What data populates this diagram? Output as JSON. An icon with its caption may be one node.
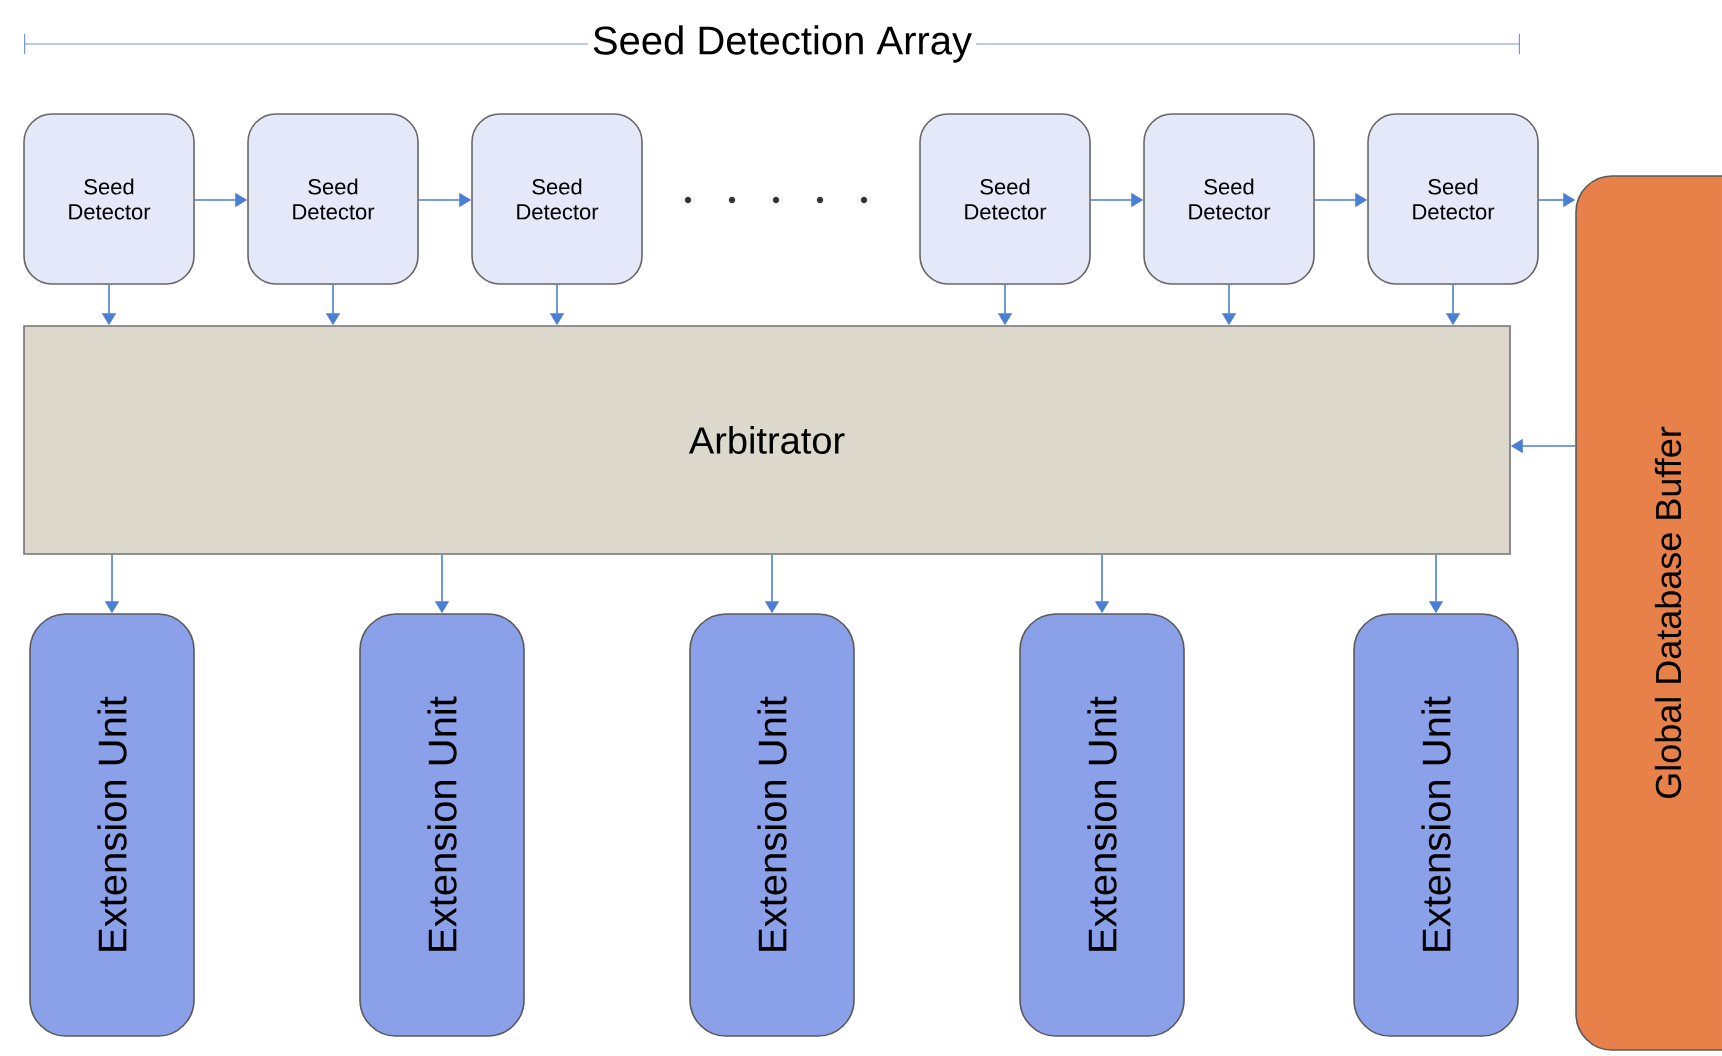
{
  "diagram": {
    "title": "Seed Detection Array",
    "nodes": [
      {
        "text": [
          "Seed Detector"
        ]
      },
      {
        "text": [
          "Seed Detector"
        ]
      },
      {
        "text": [
          "Seed Detector"
        ]
      },
      {
        "text": [
          "Seed Detector"
        ]
      },
      {
        "text": [
          "Seed Detector"
        ]
      },
      {
        "text": [
          "Seed Detector"
        ]
      },
      {
        "text": [
          "Arbitrator"
        ]
      },
      {
        "text": [
          "Extension Unit"
        ]
      },
      {
        "text": [
          "Extension Unit"
        ]
      },
      {
        "text": [
          "Extension Unit"
        ]
      },
      {
        "text": [
          "Extension Unit"
        ]
      },
      {
        "text": [
          "Extension Unit"
        ]
      },
      {
        "text": [
          "Global Database Buffer"
        ]
      }
    ],
    "edges": [
      {
        "from": 0,
        "to": 1,
        "arrow": "to"
      },
      {
        "from": 1,
        "to": 2,
        "arrow": "to"
      },
      {
        "from": 3,
        "to": 4,
        "arrow": "to"
      },
      {
        "from": 4,
        "to": 5,
        "arrow": "to"
      },
      {
        "from": 5,
        "to": 12,
        "arrow": "to"
      },
      {
        "from": 0,
        "to": 6,
        "arrow": "to"
      },
      {
        "from": 1,
        "to": 6,
        "arrow": "to"
      },
      {
        "from": 2,
        "to": 6,
        "arrow": "to"
      },
      {
        "from": 3,
        "to": 6,
        "arrow": "to"
      },
      {
        "from": 4,
        "to": 6,
        "arrow": "to"
      },
      {
        "from": 5,
        "to": 6,
        "arrow": "to"
      },
      {
        "from": 12,
        "to": 6,
        "arrow": "to"
      },
      {
        "from": 6,
        "to": 7,
        "arrow": "to"
      },
      {
        "from": 6,
        "to": 8,
        "arrow": "to"
      },
      {
        "from": 6,
        "to": 9,
        "arrow": "to"
      },
      {
        "from": 6,
        "to": 10,
        "arrow": "to"
      },
      {
        "from": 6,
        "to": 11,
        "arrow": "to"
      }
    ]
  }
}
